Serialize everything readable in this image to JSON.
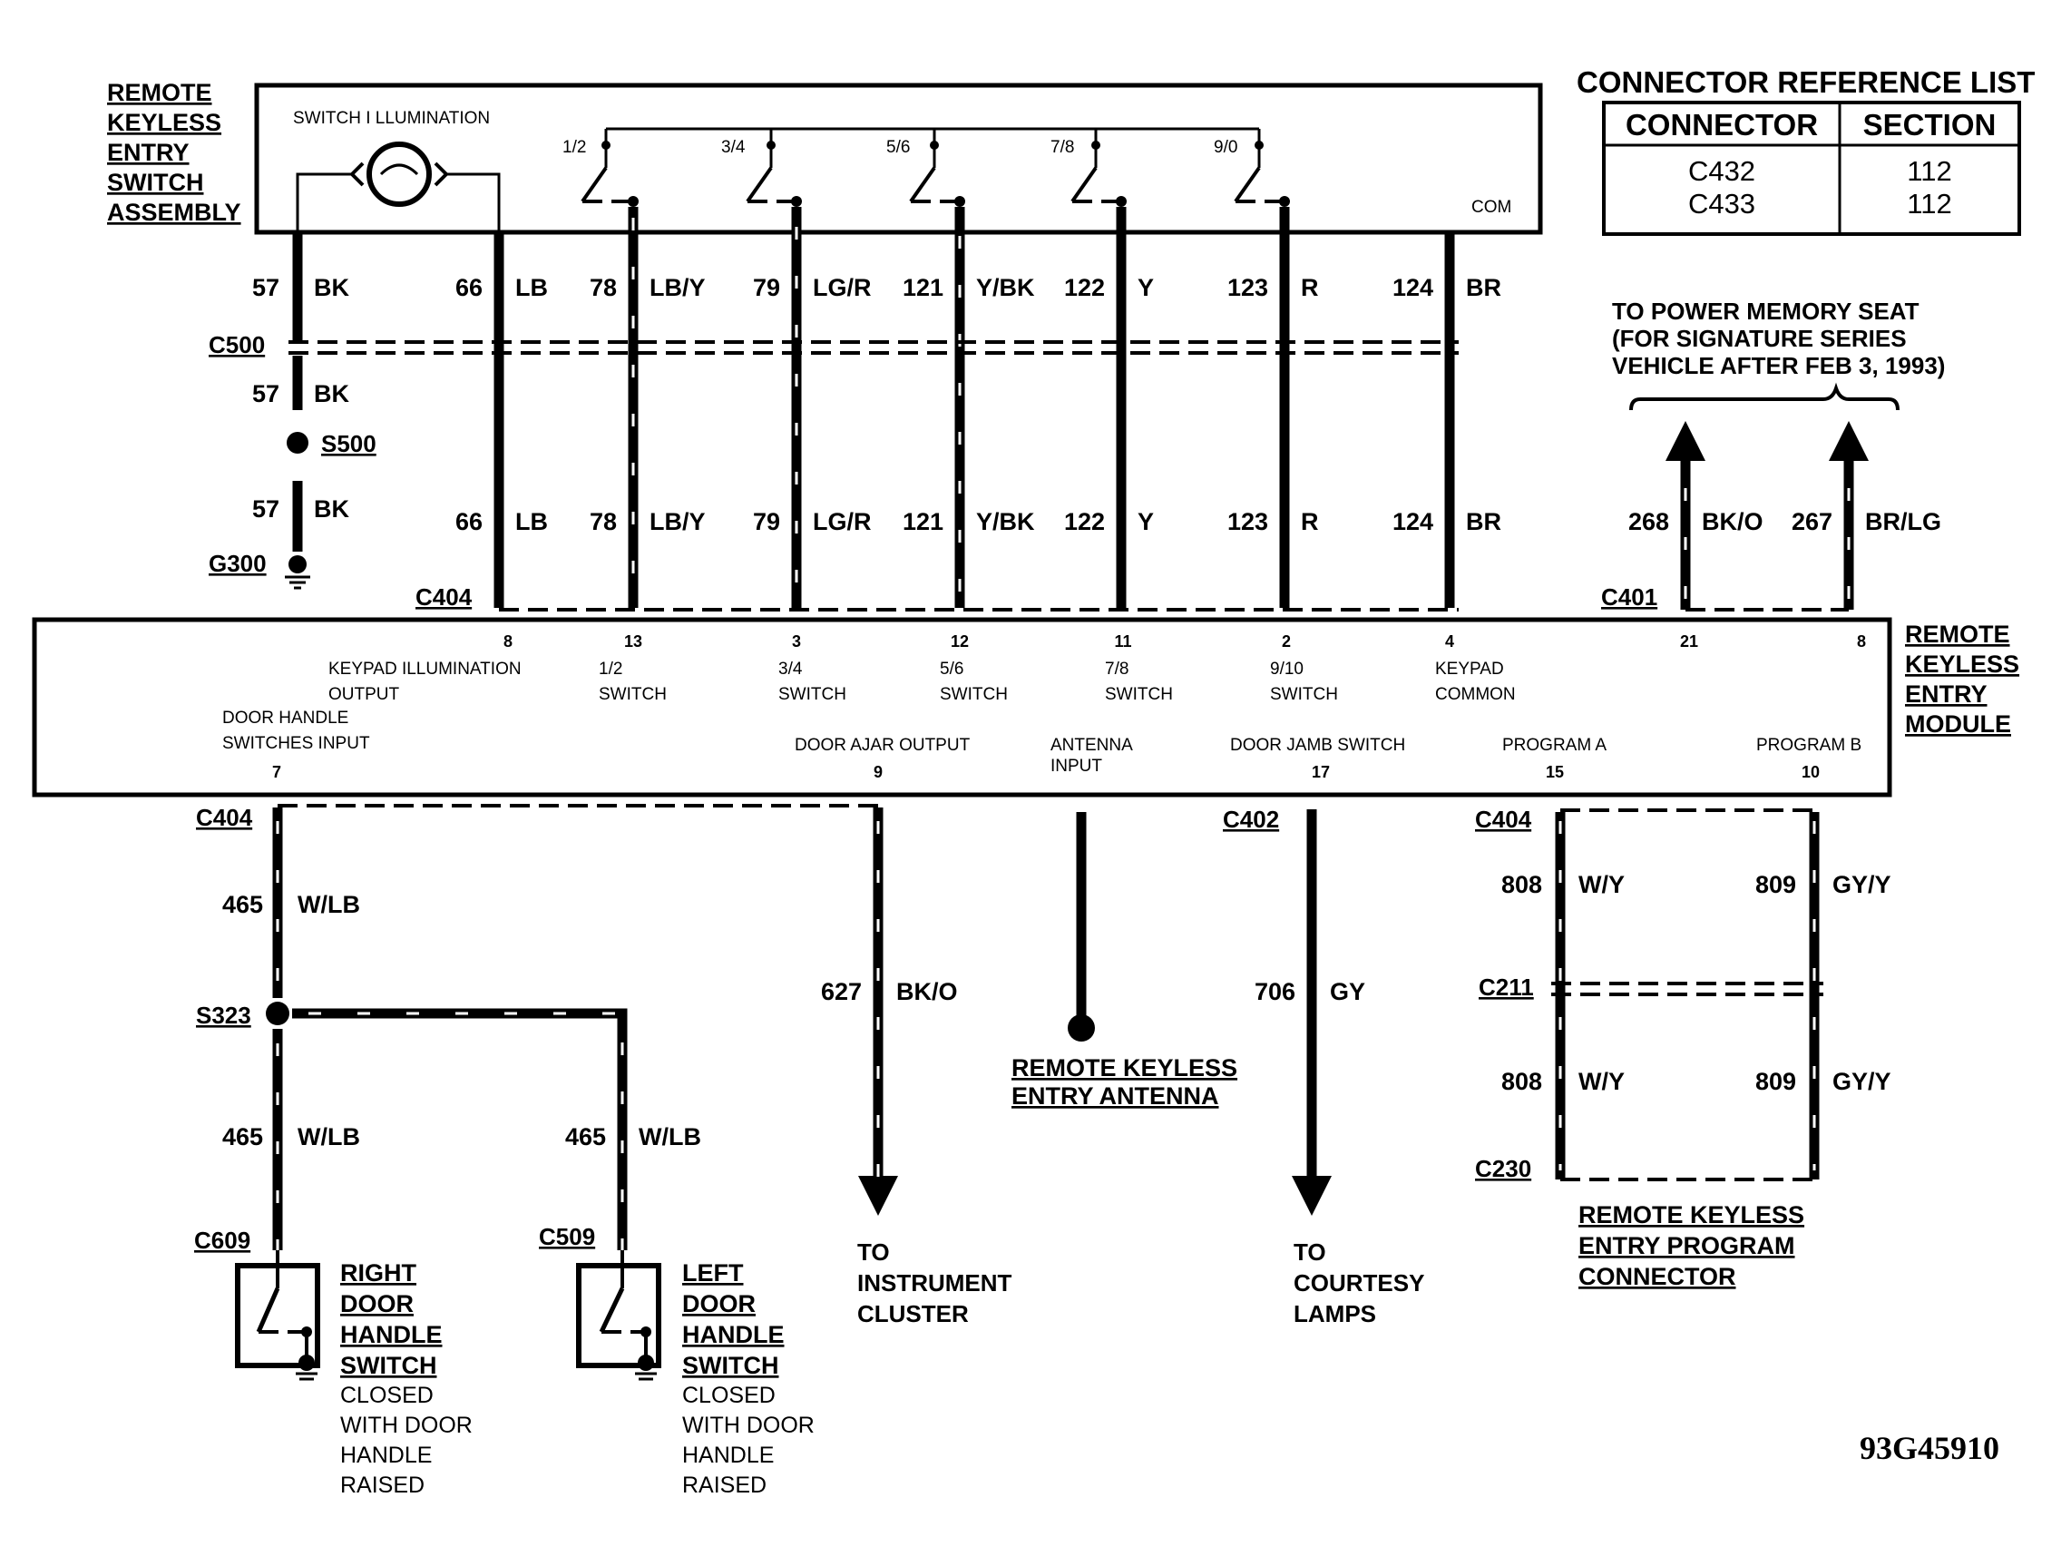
{
  "assembly_title": [
    "REMOTE",
    "KEYLESS",
    "ENTRY",
    "SWITCH",
    "ASSEMBLY"
  ],
  "switch_labels": {
    "illumination": "SWITCH I LLUMINATION",
    "s12": "1/2",
    "s34": "3/4",
    "s56": "5/6",
    "s78": "7/8",
    "s90": "9/0",
    "com": "COM"
  },
  "reference_list": {
    "title": "CONNECTOR REFERENCE LIST",
    "headers": [
      "CONNECTOR",
      "SECTION"
    ],
    "rows": [
      [
        "C432",
        "112"
      ],
      [
        "C433",
        "112"
      ]
    ]
  },
  "upper_wires": [
    {
      "circuit": "57",
      "color": "BK"
    },
    {
      "circuit": "66",
      "color": "LB"
    },
    {
      "circuit": "78",
      "color": "LB/Y"
    },
    {
      "circuit": "79",
      "color": "LG/R"
    },
    {
      "circuit": "121",
      "color": "Y/BK"
    },
    {
      "circuit": "122",
      "color": "Y"
    },
    {
      "circuit": "123",
      "color": "R"
    },
    {
      "circuit": "124",
      "color": "BR"
    }
  ],
  "lower_wires": [
    {
      "circuit": "66",
      "color": "LB"
    },
    {
      "circuit": "78",
      "color": "LB/Y"
    },
    {
      "circuit": "79",
      "color": "LG/R"
    },
    {
      "circuit": "121",
      "color": "Y/BK"
    },
    {
      "circuit": "122",
      "color": "Y"
    },
    {
      "circuit": "123",
      "color": "R"
    },
    {
      "circuit": "124",
      "color": "BR"
    }
  ],
  "ground_branch": {
    "w1_circuit": "57",
    "w1_color": "BK",
    "w2_circuit": "57",
    "w2_color": "BK"
  },
  "connectors": {
    "c500": "C500",
    "s500": "S500",
    "g300": "G300",
    "c404": "C404",
    "c401": "C401",
    "c404_b": "C404",
    "c402": "C402",
    "c404_c": "C404",
    "c211": "C211",
    "c230": "C230",
    "s323": "S323",
    "c609": "C609",
    "c509": "C509"
  },
  "power_memory": {
    "note": [
      "TO POWER MEMORY SEAT",
      "(FOR SIGNATURE SERIES",
      "VEHICLE AFTER FEB 3, 1993)"
    ],
    "w1_circuit": "268",
    "w1_color": "BK/O",
    "w2_circuit": "267",
    "w2_color": "BR/LG"
  },
  "module": {
    "title": [
      "REMOTE",
      "KEYLESS",
      "ENTRY",
      "MODULE"
    ],
    "top_pins": [
      "8",
      "13",
      "3",
      "12",
      "11",
      "2",
      "4",
      "21",
      "8"
    ],
    "keypad_illum": [
      "KEYPAD ILLUMINATION",
      "OUTPUT"
    ],
    "sw12": [
      "1/2",
      "SWITCH"
    ],
    "sw34": [
      "3/4",
      "SWITCH"
    ],
    "sw56": [
      "5/6",
      "SWITCH"
    ],
    "sw78": [
      "7/8",
      "SWITCH"
    ],
    "sw910": [
      "9/10",
      "SWITCH"
    ],
    "keypad_common": [
      "KEYPAD",
      "COMMON"
    ],
    "door_handle": [
      "DOOR HANDLE",
      "SWITCHES INPUT"
    ],
    "door_ajar": "DOOR AJAR OUTPUT",
    "antenna": [
      "ANTENNA",
      "INPUT"
    ],
    "door_jamb": "DOOR JAMB SWITCH",
    "program_a": "PROGRAM A",
    "program_b": "PROGRAM B",
    "bottom_pins": [
      "7",
      "9",
      "17",
      "15",
      "10"
    ]
  },
  "lower_section": {
    "w465a": {
      "circuit": "465",
      "color": "W/LB"
    },
    "w465b": {
      "circuit": "465",
      "color": "W/LB"
    },
    "w465c": {
      "circuit": "465",
      "color": "W/LB"
    },
    "w627": {
      "circuit": "627",
      "color": "BK/O"
    },
    "w706": {
      "circuit": "706",
      "color": "GY"
    },
    "w808a": {
      "circuit": "808",
      "color": "W/Y"
    },
    "w809a": {
      "circuit": "809",
      "color": "GY/Y"
    },
    "w808b": {
      "circuit": "808",
      "color": "W/Y"
    },
    "w809b": {
      "circuit": "809",
      "color": "GY/Y"
    },
    "antenna_title": [
      "REMOTE KEYLESS",
      "ENTRY ANTENNA"
    ],
    "instrument": [
      "TO",
      "INSTRUMENT",
      "CLUSTER"
    ],
    "courtesy": [
      "TO",
      "COURTESY",
      "LAMPS"
    ],
    "program_conn": [
      "REMOTE KEYLESS",
      "ENTRY PROGRAM",
      "CONNECTOR"
    ],
    "right_switch_title": [
      "RIGHT",
      "DOOR",
      "HANDLE",
      "SWITCH"
    ],
    "right_switch_note": [
      "CLOSED",
      "WITH DOOR",
      "HANDLE",
      "RAISED"
    ],
    "left_switch_title": [
      "LEFT",
      "DOOR",
      "HANDLE",
      "SWITCH"
    ],
    "left_switch_note": [
      "CLOSED",
      "WITH DOOR",
      "HANDLE",
      "RAISED"
    ]
  },
  "diagram_code": "93G45910"
}
